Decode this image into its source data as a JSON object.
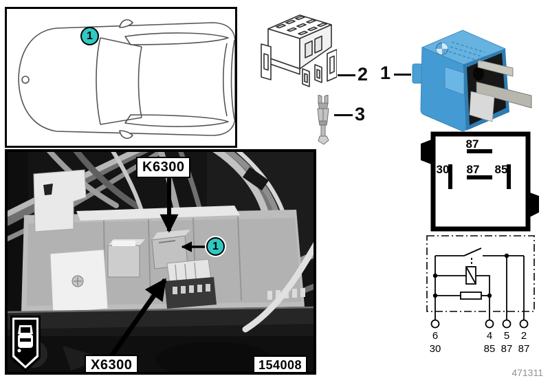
{
  "page": {
    "doc_number": "471311",
    "background": "#ffffff"
  },
  "callouts": {
    "relay": "1",
    "relay_socket": "2",
    "socket_terminal": "3",
    "car_location": "1",
    "photo_relay": "1"
  },
  "relay_pinout": {
    "top_87": "87",
    "pin_30": "30",
    "mid_87": "87",
    "pin_85": "85"
  },
  "circuit_diagram": {
    "pins": [
      {
        "number": "6",
        "terminal": "30"
      },
      {
        "number": "4",
        "terminal": "85"
      },
      {
        "number": "5",
        "terminal": "87"
      },
      {
        "number": "2",
        "terminal": "87"
      }
    ]
  },
  "photo": {
    "relay_id": "K6300",
    "connector_id": "X6300",
    "image_number": "154008"
  },
  "colors": {
    "callout_teal": "#30C8C2",
    "relay_blue": "#4FA5D9"
  }
}
